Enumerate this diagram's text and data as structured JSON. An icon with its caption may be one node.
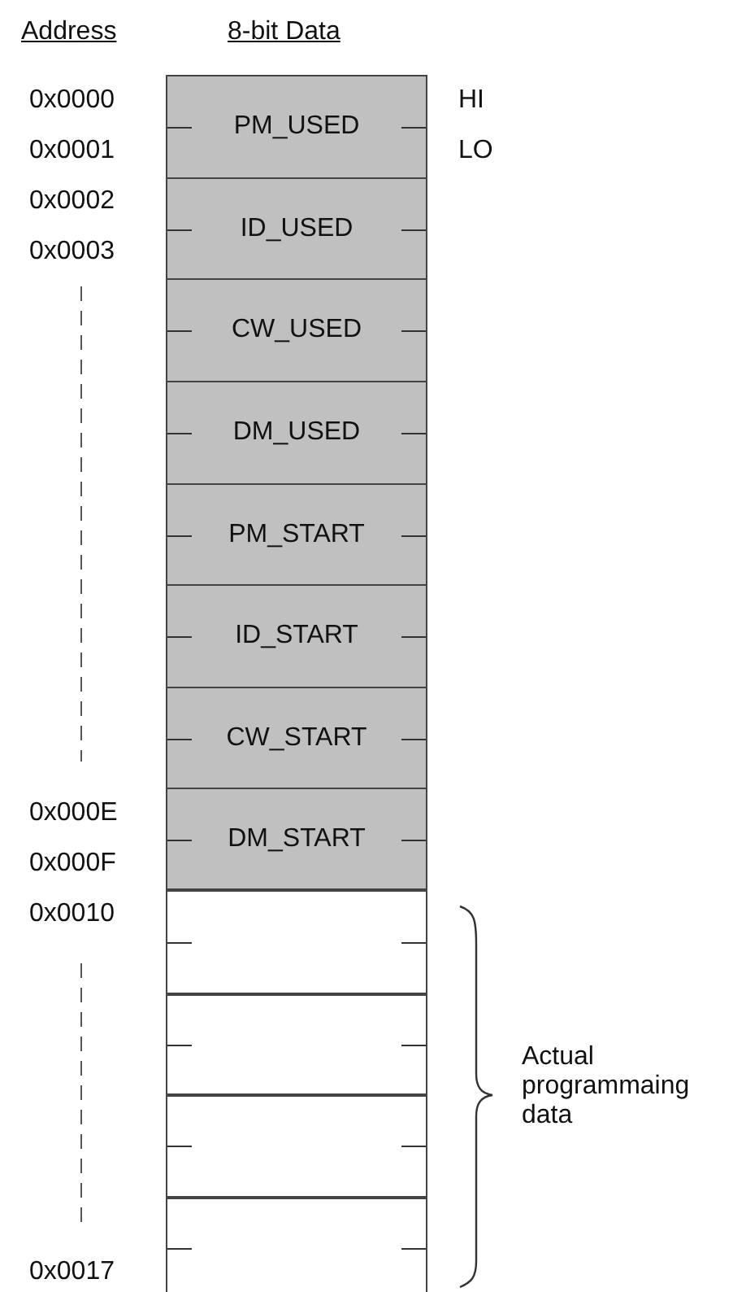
{
  "diagram": {
    "nodes": [
      {
        "text": [
          "PM_USED"
        ]
      },
      {
        "text": [
          "ID_USED"
        ]
      },
      {
        "text": [
          "CW_USED"
        ]
      },
      {
        "text": [
          "DM_USED"
        ]
      },
      {
        "text": [
          "PM_START"
        ]
      },
      {
        "text": [
          "ID_START"
        ]
      },
      {
        "text": [
          "CW_START"
        ]
      },
      {
        "text": [
          "DM_START"
        ]
      },
      {
        "text": [],
        "shape": "box"
      },
      {
        "text": [],
        "shape": "box"
      },
      {
        "text": [],
        "shape": "box"
      },
      {
        "text": [],
        "shape": "box"
      }
    ],
    "labels": [
      "Address",
      "8-bit Data",
      "0x0000",
      "HI",
      "0x0001",
      "LO",
      "0x0002",
      "0x0003",
      "0x000E",
      "0x000F",
      "0x0010",
      "Actual programmaing data",
      "0x0017"
    ]
  }
}
